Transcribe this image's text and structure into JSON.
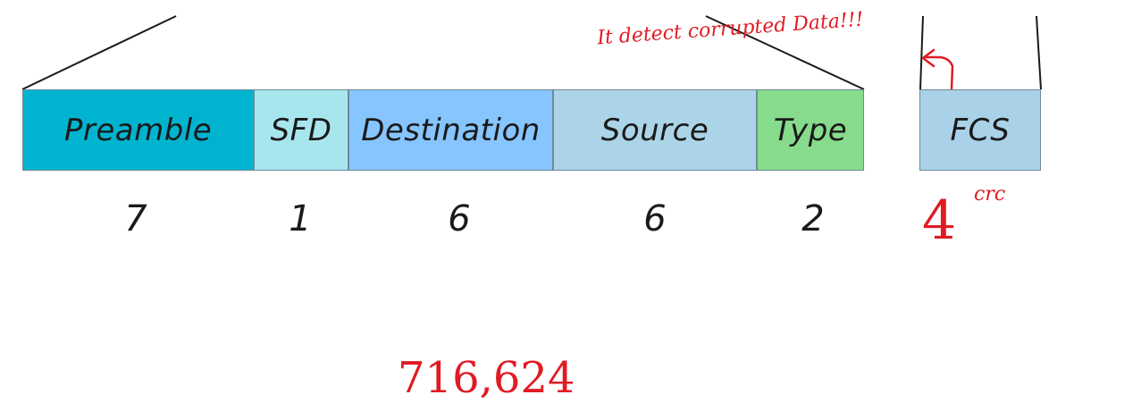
{
  "frame": {
    "fields": [
      {
        "name": "Preamble",
        "size": "7",
        "color": "#00b4d0"
      },
      {
        "name": "SFD",
        "size": "1",
        "color": "#a8e6ee"
      },
      {
        "name": "Destination",
        "size": "6",
        "color": "#86c5ff"
      },
      {
        "name": "Source",
        "size": "6",
        "color": "#acd4e8"
      },
      {
        "name": "Type",
        "size": "2",
        "color": "#86dc8c"
      },
      {
        "name": "FCS",
        "size": "4",
        "color": "#a9d2e8"
      }
    ]
  },
  "annotations": {
    "fcs_note": "It detect corrupted Data!!!",
    "crc_label": "crc",
    "fcs_size_handwritten": "4",
    "sizes_sequence": "716,624",
    "accent_color": "#e01b24"
  }
}
